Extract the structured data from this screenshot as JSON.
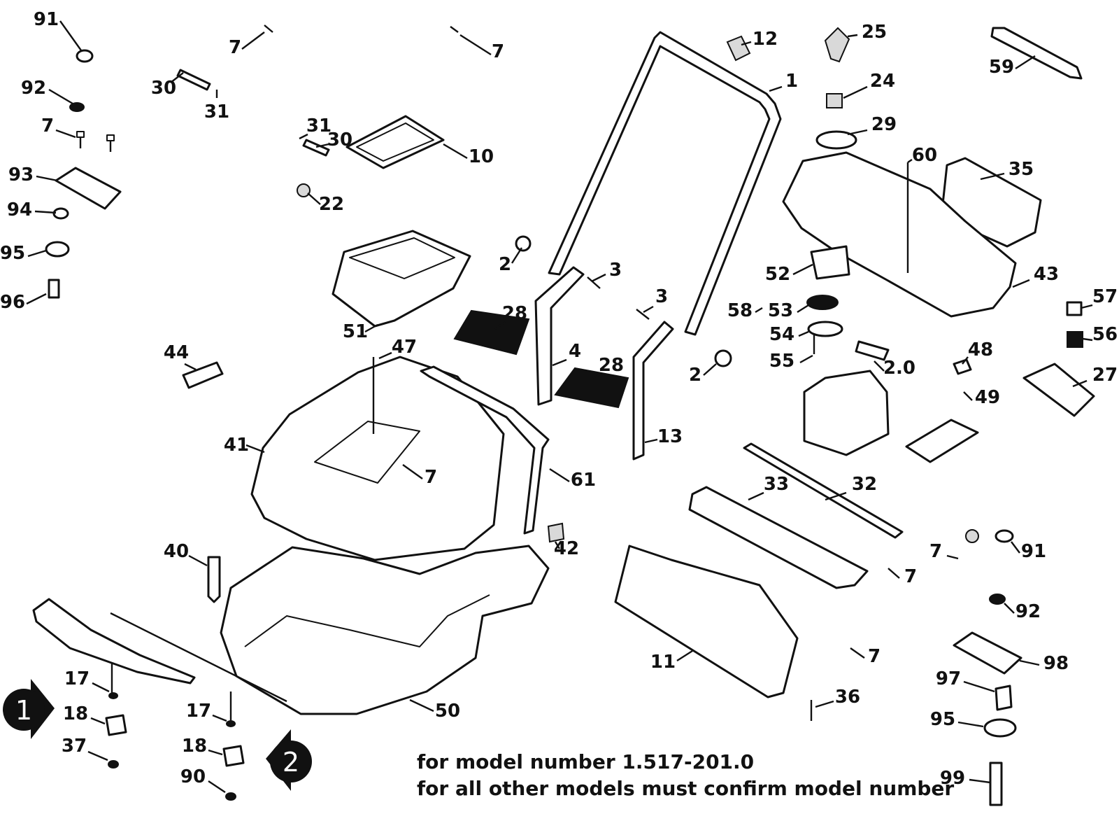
{
  "notes": {
    "line1": "for model number 1.517-201.0",
    "line2": "for all other models must confirm model number"
  },
  "view_markers": {
    "view1": "1",
    "view2": "2"
  },
  "callouts": [
    {
      "id": "c-91a",
      "label": "91"
    },
    {
      "id": "c-92a",
      "label": "92"
    },
    {
      "id": "c-7a",
      "label": "7"
    },
    {
      "id": "c-93",
      "label": "93"
    },
    {
      "id": "c-94",
      "label": "94"
    },
    {
      "id": "c-95a",
      "label": "95"
    },
    {
      "id": "c-96",
      "label": "96"
    },
    {
      "id": "c-7b",
      "label": "7"
    },
    {
      "id": "c-30a",
      "label": "30"
    },
    {
      "id": "c-31a",
      "label": "31"
    },
    {
      "id": "c-7c",
      "label": "7"
    },
    {
      "id": "c-31b",
      "label": "31"
    },
    {
      "id": "c-30b",
      "label": "30"
    },
    {
      "id": "c-10",
      "label": "10"
    },
    {
      "id": "c-22",
      "label": "22"
    },
    {
      "id": "c-12",
      "label": "12"
    },
    {
      "id": "c-1",
      "label": "1"
    },
    {
      "id": "c-25",
      "label": "25"
    },
    {
      "id": "c-24",
      "label": "24"
    },
    {
      "id": "c-29",
      "label": "29"
    },
    {
      "id": "c-59",
      "label": "59"
    },
    {
      "id": "c-60",
      "label": "60"
    },
    {
      "id": "c-35",
      "label": "35"
    },
    {
      "id": "c-2a",
      "label": "2"
    },
    {
      "id": "c-3a",
      "label": "3"
    },
    {
      "id": "c-51",
      "label": "51"
    },
    {
      "id": "c-28a",
      "label": "28"
    },
    {
      "id": "c-3b",
      "label": "3"
    },
    {
      "id": "c-52",
      "label": "52"
    },
    {
      "id": "c-43",
      "label": "43"
    },
    {
      "id": "c-58",
      "label": "58"
    },
    {
      "id": "c-53",
      "label": "53"
    },
    {
      "id": "c-54",
      "label": "54"
    },
    {
      "id": "c-57",
      "label": "57"
    },
    {
      "id": "c-56",
      "label": "56"
    },
    {
      "id": "c-44",
      "label": "44"
    },
    {
      "id": "c-47",
      "label": "47"
    },
    {
      "id": "c-4",
      "label": "4"
    },
    {
      "id": "c-28b",
      "label": "28"
    },
    {
      "id": "c-2b",
      "label": "2"
    },
    {
      "id": "c-55",
      "label": "55"
    },
    {
      "id": "c-20",
      "label": "2.0"
    },
    {
      "id": "c-48",
      "label": "48"
    },
    {
      "id": "c-27",
      "label": "27"
    },
    {
      "id": "c-49",
      "label": "49"
    },
    {
      "id": "c-41",
      "label": "41"
    },
    {
      "id": "c-13",
      "label": "13"
    },
    {
      "id": "c-7d",
      "label": "7"
    },
    {
      "id": "c-61",
      "label": "61"
    },
    {
      "id": "c-33",
      "label": "33"
    },
    {
      "id": "c-32",
      "label": "32"
    },
    {
      "id": "c-40",
      "label": "40"
    },
    {
      "id": "c-42",
      "label": "42"
    },
    {
      "id": "c-7e",
      "label": "7"
    },
    {
      "id": "c-91b",
      "label": "91"
    },
    {
      "id": "c-7f",
      "label": "7"
    },
    {
      "id": "c-92b",
      "label": "92"
    },
    {
      "id": "c-7g",
      "label": "7"
    },
    {
      "id": "c-11",
      "label": "11"
    },
    {
      "id": "c-98",
      "label": "98"
    },
    {
      "id": "c-17a",
      "label": "17"
    },
    {
      "id": "c-18a",
      "label": "18"
    },
    {
      "id": "c-37",
      "label": "37"
    },
    {
      "id": "c-17b",
      "label": "17"
    },
    {
      "id": "c-18b",
      "label": "18"
    },
    {
      "id": "c-90",
      "label": "90"
    },
    {
      "id": "c-50",
      "label": "50"
    },
    {
      "id": "c-36",
      "label": "36"
    },
    {
      "id": "c-97",
      "label": "97"
    },
    {
      "id": "c-95b",
      "label": "95"
    },
    {
      "id": "c-99",
      "label": "99"
    }
  ]
}
